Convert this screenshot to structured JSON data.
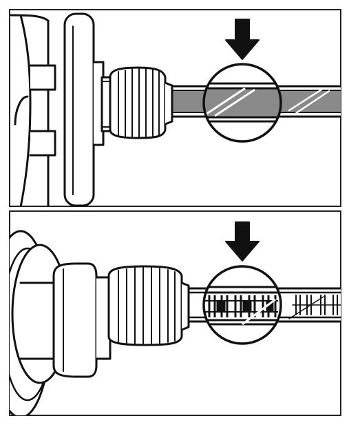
{
  "figure": {
    "panels": [
      {
        "id": "top",
        "description_icon": "down-arrow-icon",
        "state": "tubing-clear-no-air-bubbles"
      },
      {
        "id": "bottom",
        "description_icon": "down-arrow-icon",
        "state": "tubing-with-air-bubbles"
      }
    ],
    "colors": {
      "line": "#111111",
      "tube_fill_top": "#8a8a8a",
      "tube_fill_bottom": "#ffffff",
      "background": "#ffffff"
    }
  }
}
